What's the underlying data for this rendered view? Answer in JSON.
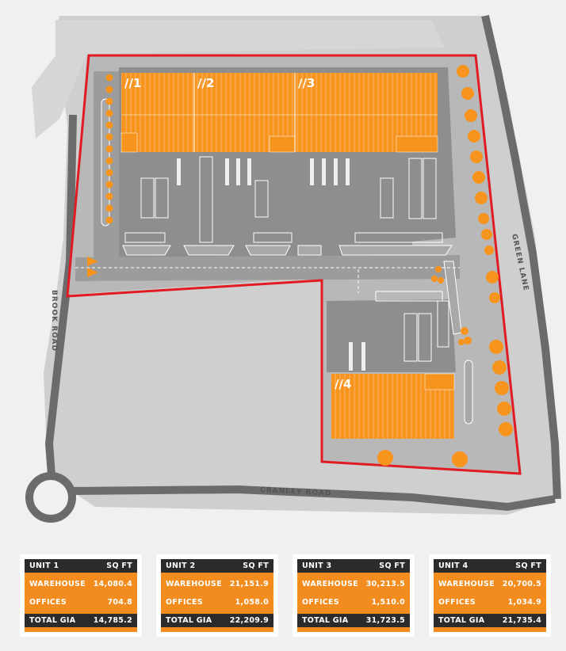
{
  "map": {
    "unit_labels": [
      "//1",
      "//2",
      "//3",
      "//4"
    ],
    "road_labels": {
      "brook_road": "BROOK ROAD",
      "green_lane": "GREEN LANE",
      "cranley_road": "CRANLEY ROAD"
    },
    "colors": {
      "site_boundary": "#e01b24",
      "unit_fill": "#f7941d",
      "tree": "#f7941d",
      "yard": "#8c8c8c",
      "road": "#6b6b6b",
      "ground": "#c9c9c9"
    }
  },
  "units": [
    {
      "header": {
        "name": "UNIT 1",
        "unit": "SQ FT"
      },
      "warehouse": {
        "label": "WAREHOUSE",
        "value": "14,080.4"
      },
      "offices": {
        "label": "OFFICES",
        "value": "704.8"
      },
      "total": {
        "label": "TOTAL GIA",
        "value": "14,785.2"
      }
    },
    {
      "header": {
        "name": "UNIT 2",
        "unit": "SQ FT"
      },
      "warehouse": {
        "label": "WAREHOUSE",
        "value": "21,151.9"
      },
      "offices": {
        "label": "OFFICES",
        "value": "1,058.0"
      },
      "total": {
        "label": "TOTAL GIA",
        "value": "22,209.9"
      }
    },
    {
      "header": {
        "name": "UNIT 3",
        "unit": "SQ FT"
      },
      "warehouse": {
        "label": "WAREHOUSE",
        "value": "30,213.5"
      },
      "offices": {
        "label": "OFFICES",
        "value": "1,510.0"
      },
      "total": {
        "label": "TOTAL GIA",
        "value": "31,723.5"
      }
    },
    {
      "header": {
        "name": "UNIT 4",
        "unit": "SQ FT"
      },
      "warehouse": {
        "label": "WAREHOUSE",
        "value": "20,700.5"
      },
      "offices": {
        "label": "OFFICES",
        "value": "1,034.9"
      },
      "total": {
        "label": "TOTAL GIA",
        "value": "21,735.4"
      }
    }
  ]
}
